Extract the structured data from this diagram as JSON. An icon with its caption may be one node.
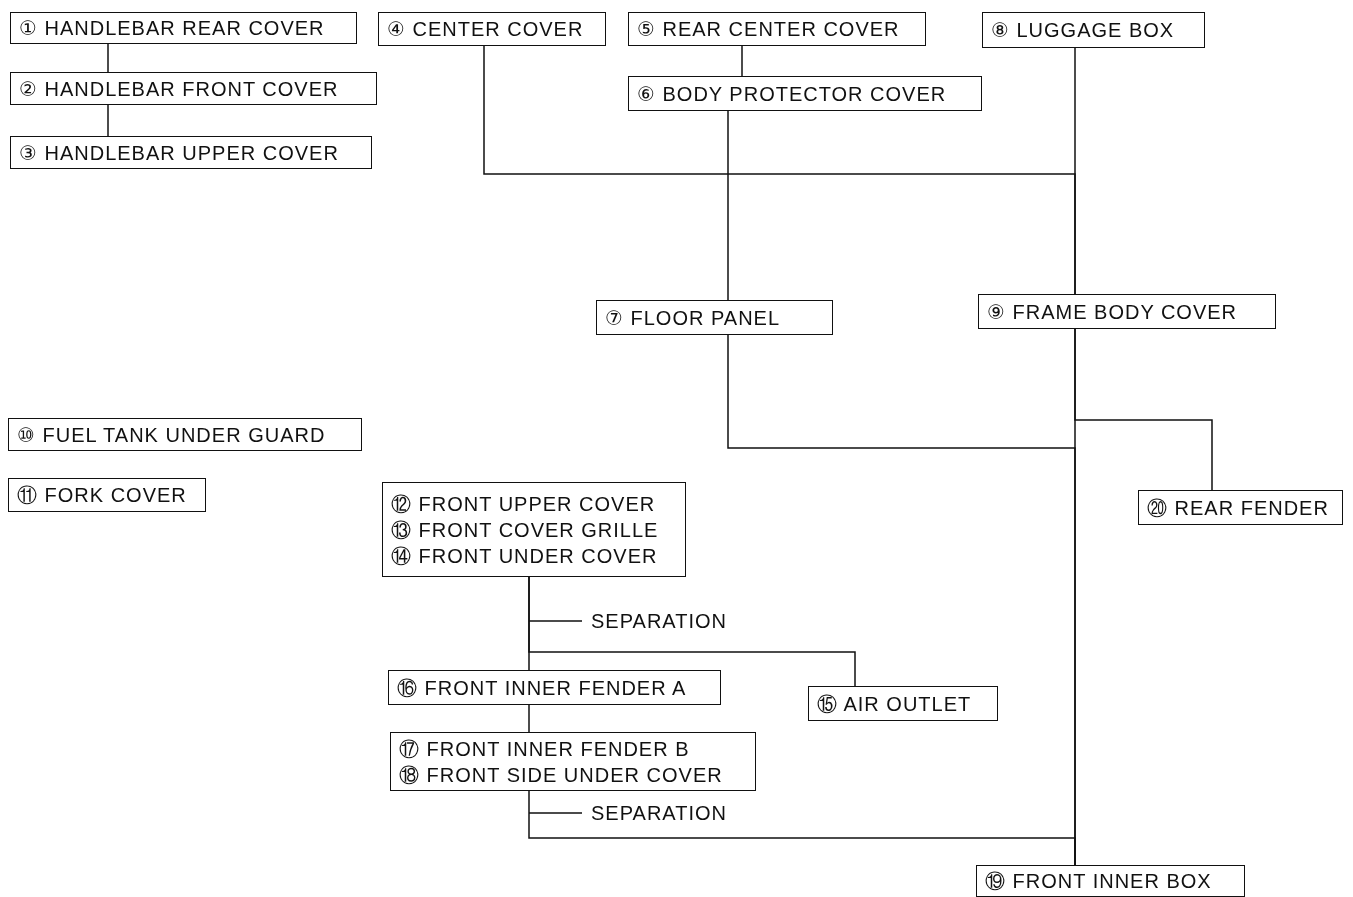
{
  "diagram": {
    "nodes": [
      {
        "text": [
          "① HANDLEBAR REAR COVER"
        ]
      },
      {
        "text": [
          "② HANDLEBAR FRONT COVER"
        ]
      },
      {
        "text": [
          "③ HANDLEBAR UPPER COVER"
        ]
      },
      {
        "text": [
          "④ CENTER COVER"
        ]
      },
      {
        "text": [
          "⑤ REAR CENTER COVER"
        ]
      },
      {
        "text": [
          "⑥ BODY PROTECTOR COVER"
        ]
      },
      {
        "text": [
          "⑦ FLOOR PANEL"
        ]
      },
      {
        "text": [
          "⑧ LUGGAGE BOX"
        ]
      },
      {
        "text": [
          "⑨ FRAME BODY COVER"
        ]
      },
      {
        "text": [
          "⑩ FUEL TANK UNDER GUARD"
        ]
      },
      {
        "text": [
          "⑪ FORK COVER"
        ]
      },
      {
        "text": [
          "⑫ FRONT UPPER COVER",
          "⑬ FRONT COVER GRILLE",
          "⑭ FRONT UNDER COVER"
        ]
      },
      {
        "text": [
          "⑯ FRONT INNER FENDER A"
        ]
      },
      {
        "text": [
          "⑮ AIR OUTLET"
        ]
      },
      {
        "text": [
          "⑰ FRONT INNER FENDER B",
          "⑱ FRONT SIDE UNDER COVER"
        ]
      },
      {
        "text": [
          "⑲ FRONT INNER BOX"
        ]
      },
      {
        "text": [
          "⑳ REAR FENDER"
        ]
      }
    ],
    "edges": [
      {
        "from": 0,
        "to": 1,
        "arrow": "none"
      },
      {
        "from": 1,
        "to": 2,
        "arrow": "none"
      },
      {
        "from": 3,
        "to": 8,
        "arrow": "none"
      },
      {
        "from": 4,
        "to": 5,
        "arrow": "none"
      },
      {
        "from": 5,
        "to": 6,
        "arrow": "none"
      },
      {
        "from": 7,
        "to": 8,
        "arrow": "none"
      },
      {
        "from": 6,
        "to": 15,
        "arrow": "none"
      },
      {
        "from": 8,
        "to": 15,
        "arrow": "none"
      },
      {
        "from": 8,
        "to": 16,
        "arrow": "none"
      },
      {
        "from": 11,
        "to": 12,
        "arrow": "none",
        "label": "SEPARATION"
      },
      {
        "from": 11,
        "to": 13,
        "arrow": "none"
      },
      {
        "from": 12,
        "to": 14,
        "arrow": "none"
      },
      {
        "from": 14,
        "to": 15,
        "arrow": "none",
        "label": "SEPARATION"
      }
    ]
  }
}
